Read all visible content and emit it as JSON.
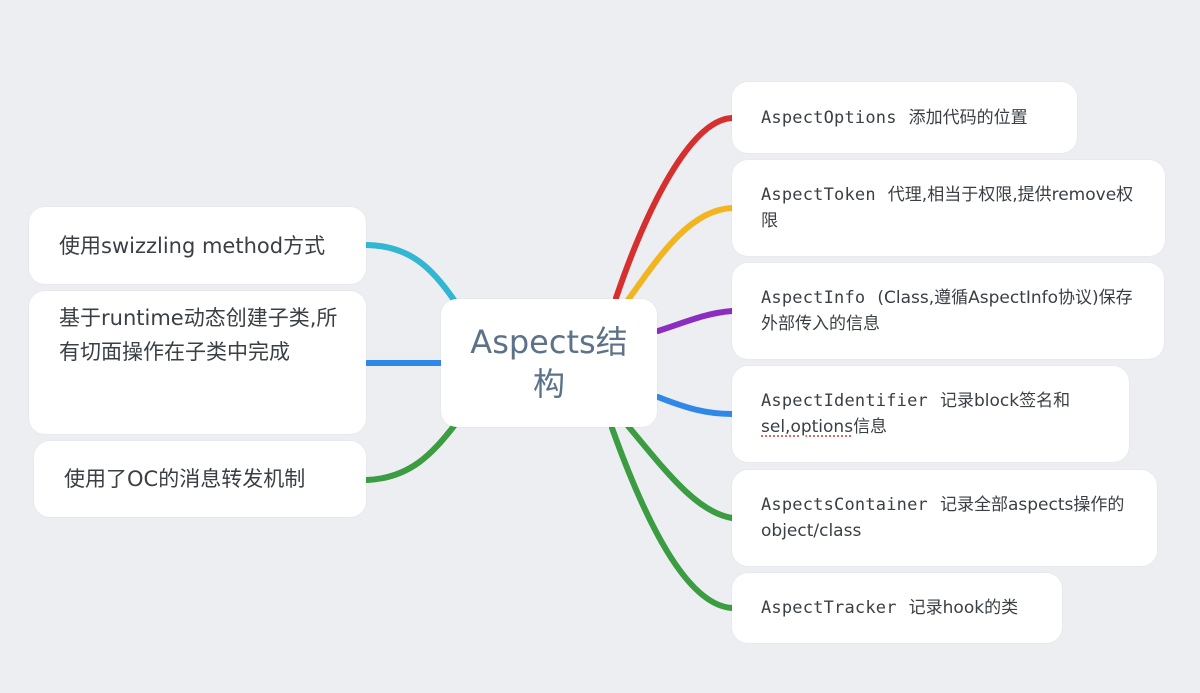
{
  "center": {
    "title": "Aspects结构"
  },
  "left_nodes": [
    {
      "text": "使用swizzling method方式",
      "color": "#31b7d1"
    },
    {
      "text": "基于runtime动态创建子类,所有切面操作在子类中完成",
      "color": "#2f88e8"
    },
    {
      "text": "使用了OC的消息转发机制",
      "color": "#3b9c41"
    }
  ],
  "right_nodes": [
    {
      "name": "AspectOptions",
      "desc": "添加代码的位置",
      "color": "#d62f2f"
    },
    {
      "name": "AspectToken",
      "desc": "代理,相当于权限,提供remove权限",
      "color": "#f2b41f"
    },
    {
      "name": "AspectInfo",
      "desc": "(Class,遵循AspectInfo协议)保存外部传入的信息",
      "color": "#8b2dc0"
    },
    {
      "name": "AspectIdentifier",
      "desc": "记录block签名和",
      "desc_underlined": "sel,options",
      "desc_tail": "信息",
      "color": "#2f88e8"
    },
    {
      "name": "AspectsContainer",
      "desc": "记录全部aspects操作的object/class",
      "color": "#3b9c41"
    },
    {
      "name": "AspectTracker",
      "desc": "记录hook的类",
      "color": "#3b9c41"
    }
  ]
}
